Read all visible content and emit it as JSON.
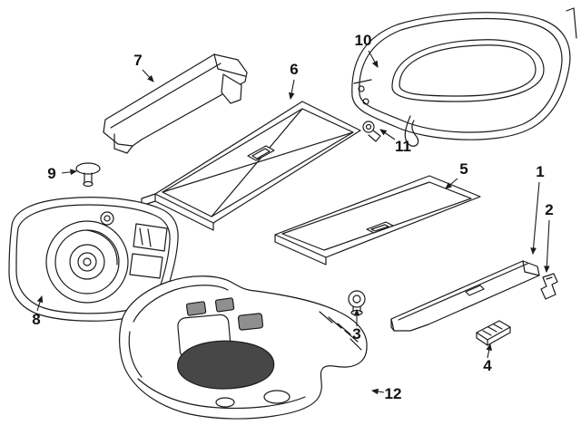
{
  "figure": {
    "type": "exploded-parts-diagram",
    "colors": {
      "background": "#ffffff",
      "line": "#1b1b1b"
    },
    "callouts": [
      {
        "label": "1"
      },
      {
        "label": "2"
      },
      {
        "label": "3"
      },
      {
        "label": "4"
      },
      {
        "label": "5"
      },
      {
        "label": "6"
      },
      {
        "label": "7"
      },
      {
        "label": "8"
      },
      {
        "label": "9"
      },
      {
        "label": "10"
      },
      {
        "label": "11"
      },
      {
        "label": "12"
      }
    ]
  }
}
